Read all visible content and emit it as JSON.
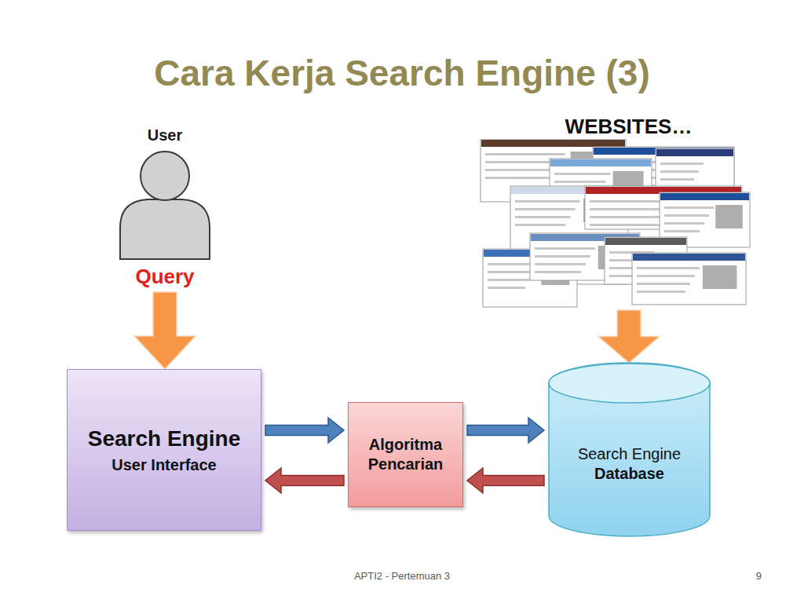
{
  "diagram": {
    "title": "Cara Kerja Search Engine (3)",
    "nodes": [
      {
        "text": [
          "User",
          "Query"
        ]
      },
      {
        "text": [
          "WEBSITES…"
        ]
      },
      {
        "text": [
          "Search Engine",
          "User Interface"
        ]
      },
      {
        "text": [
          "Algoritma Pencarian"
        ]
      },
      {
        "text": [
          "Search Engine",
          "Database"
        ]
      }
    ],
    "edges": [
      {
        "from": 0,
        "to": 2,
        "arrow": "to"
      },
      {
        "from": 1,
        "to": 4,
        "arrow": "to"
      },
      {
        "from": 2,
        "to": 3,
        "arrow": "to"
      },
      {
        "from": 3,
        "to": 4,
        "arrow": "to"
      },
      {
        "from": 4,
        "to": 3,
        "arrow": "to"
      },
      {
        "from": 3,
        "to": 2,
        "arrow": "to"
      }
    ],
    "labels": [
      "APTI2 - Pertemuan 3",
      "9"
    ]
  }
}
